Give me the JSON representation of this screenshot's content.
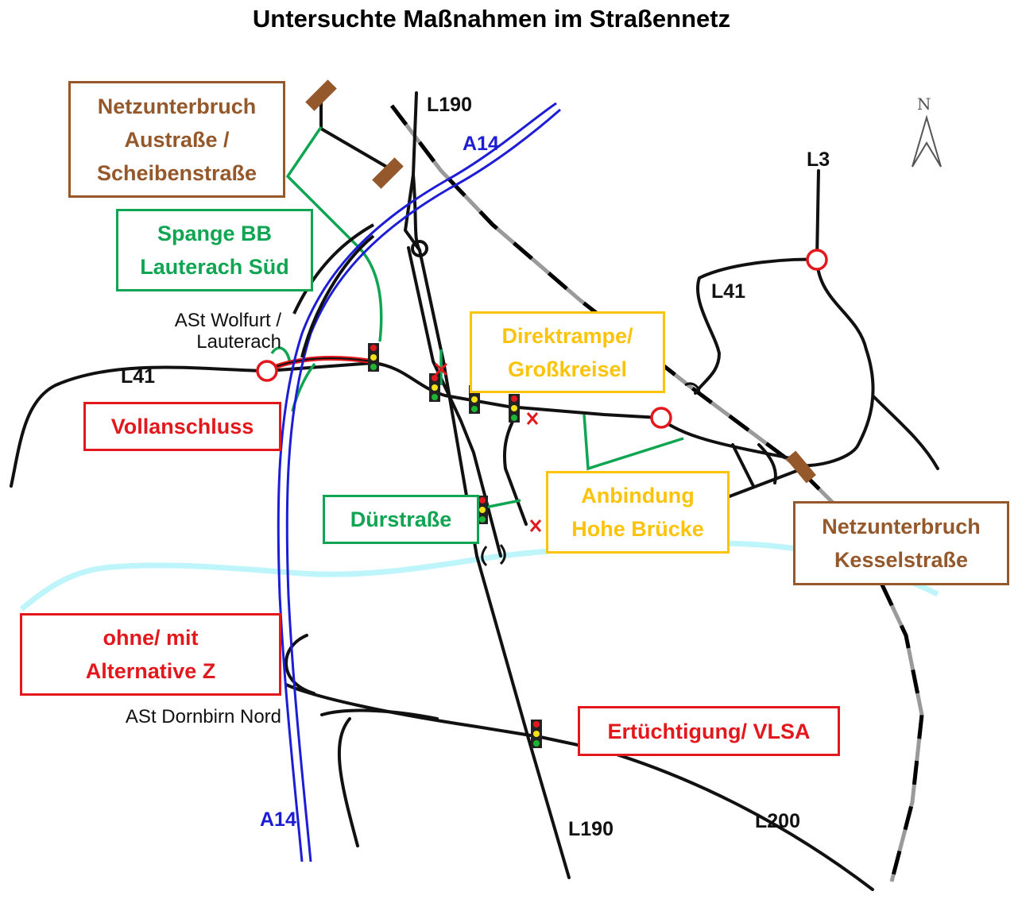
{
  "title": "Untersuchte Maßnahmen im Straßennetz",
  "measures": {
    "netzunterbruch_austr": [
      "Netzunterbruch",
      "Austraße /",
      "Scheibenstraße"
    ],
    "spange": [
      "Spange BB",
      "Lauterach Süd"
    ],
    "direktrampe": [
      "Direktrampe/",
      "Großkreisel"
    ],
    "vollanschluss": [
      "Vollanschluss"
    ],
    "duerstrasse": [
      "Dürstraße"
    ],
    "anbindung": [
      "Anbindung",
      "Hohe Brücke"
    ],
    "netzunterbruch_kessel": [
      "Netzunterbruch",
      "Kesselstraße"
    ],
    "alternative_z": [
      "ohne/ mit",
      "Alternative Z"
    ],
    "ertuechtigung": [
      "Ertüchtigung/ VLSA"
    ]
  },
  "roads": {
    "l190_north": "L190",
    "l190_south": "L190",
    "a14_north": "A14",
    "a14_south": "A14",
    "l3": "L3",
    "l41_east": "L41",
    "l41_west": "L41",
    "l200": "L200"
  },
  "junctions": {
    "wolfurt": [
      "ASt Wolfurt /",
      "Lauterach"
    ],
    "dornbirn": "ASt Dornbirn Nord"
  },
  "north_arrow": "N",
  "colors": {
    "road": "#111111",
    "motorway": "#1d1dd6",
    "river": "#bdf5fb",
    "railway": "#999999",
    "netzunterbruch": "#94582b",
    "spange": "#10a552",
    "direktrampe": "#fbc30a",
    "vollanschluss": "#e3181d"
  }
}
